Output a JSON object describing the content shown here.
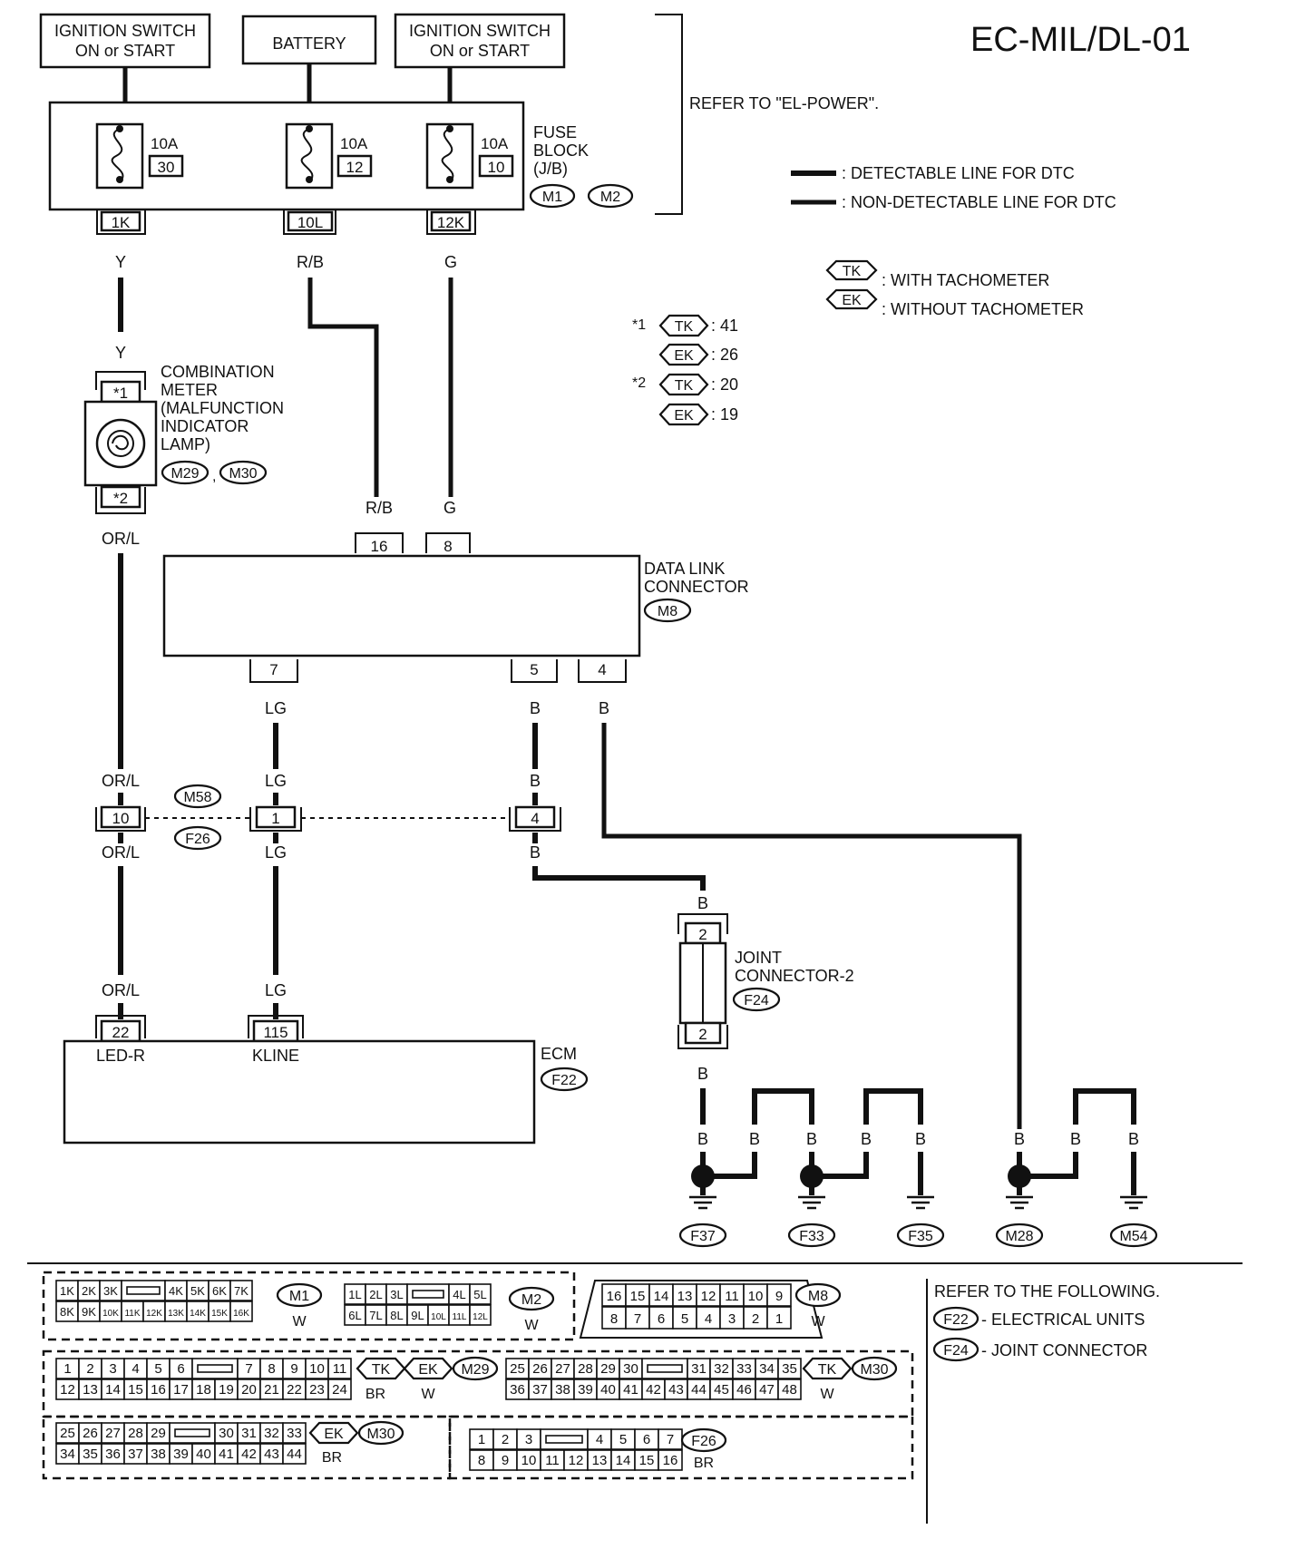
{
  "title": "EC-MIL/DL-01",
  "power_sources": [
    {
      "line1": "IGNITION SWITCH",
      "line2": "ON or START"
    },
    {
      "line1": "BATTERY",
      "line2": ""
    },
    {
      "line1": "IGNITION SWITCH",
      "line2": "ON or START"
    }
  ],
  "refer_power": "REFER TO \"EL-POWER\".",
  "fuses": [
    {
      "amp": "10A",
      "num": "30",
      "pin": "1K",
      "wire": "Y"
    },
    {
      "amp": "10A",
      "num": "12",
      "pin": "10L",
      "wire": "R/B"
    },
    {
      "amp": "10A",
      "num": "10",
      "pin": "12K",
      "wire": "G"
    }
  ],
  "fuse_block": {
    "lines": [
      "FUSE",
      "BLOCK",
      "(J/B)"
    ],
    "connectors": [
      "M1",
      "M2"
    ]
  },
  "legend": {
    "detectable": ": DETECTABLE LINE FOR DTC",
    "non_detectable": ": NON-DETECTABLE LINE FOR DTC",
    "tk_code": "TK",
    "tk_text": ": WITH TACHOMETER",
    "ek_code": "EK",
    "ek_text": ": WITHOUT TACHOMETER"
  },
  "notes": [
    {
      "mark": "*1",
      "code": "TK",
      "value": ": 41"
    },
    {
      "mark": "",
      "code": "EK",
      "value": ": 26"
    },
    {
      "mark": "*2",
      "code": "TK",
      "value": ": 20"
    },
    {
      "mark": "",
      "code": "EK",
      "value": ": 19"
    }
  ],
  "combination_meter": {
    "lines": [
      "COMBINATION",
      "METER",
      "(MALFUNCTION",
      "INDICATOR",
      "LAMP)"
    ],
    "connectors": [
      "M29",
      "M30"
    ],
    "sep": ",",
    "pin_top": "*1",
    "pin_bottom": "*2",
    "wire_top": "Y",
    "wire_bottom": "OR/L"
  },
  "data_link": {
    "lines": [
      "DATA LINK",
      "CONNECTOR"
    ],
    "connector": "M8",
    "pins_top": [
      {
        "pin": "16",
        "wire": "R/B"
      },
      {
        "pin": "8",
        "wire": "G"
      }
    ],
    "pins_bottom": [
      {
        "pin": "7",
        "wire": "LG"
      },
      {
        "pin": "5",
        "wire": "B"
      },
      {
        "pin": "4",
        "wire": "B"
      }
    ]
  },
  "joint": {
    "connectors": [
      "M58",
      "F26"
    ],
    "pins": [
      {
        "pin": "10",
        "wire_top": "OR/L",
        "wire_bottom": "OR/L"
      },
      {
        "pin": "1",
        "wire_top": "LG",
        "wire_bottom": "LG"
      },
      {
        "pin": "4",
        "wire_top": "B",
        "wire_bottom": "B"
      }
    ]
  },
  "joint_connector_2": {
    "lines": [
      "JOINT",
      "CONNECTOR-2"
    ],
    "connector": "F24",
    "pin": "2",
    "wire": "B"
  },
  "ecm": {
    "label": "ECM",
    "connector": "F22",
    "pins": [
      {
        "pin": "22",
        "name": "LED-R",
        "wire": "OR/L"
      },
      {
        "pin": "115",
        "name": "KLINE",
        "wire": "LG"
      }
    ]
  },
  "grounds": [
    "F37",
    "F33",
    "F35",
    "M28",
    "M54"
  ],
  "ground_wire": "B",
  "connector_views": {
    "m1": {
      "rows": [
        [
          "1K",
          "2K",
          "3K",
          "",
          "4K",
          "5K",
          "6K",
          "7K"
        ],
        [
          "8K",
          "9K",
          "10K",
          "11K",
          "12K",
          "13K",
          "14K",
          "15K",
          "16K"
        ]
      ],
      "id": "M1",
      "color": "W"
    },
    "m2": {
      "rows": [
        [
          "1L",
          "2L",
          "3L",
          "",
          "4L",
          "5L"
        ],
        [
          "6L",
          "7L",
          "8L",
          "9L",
          "10L",
          "11L",
          "12L"
        ]
      ],
      "id": "M2",
      "color": "W"
    },
    "m8": {
      "rows": [
        [
          "16",
          "15",
          "14",
          "13",
          "12",
          "11",
          "10",
          "9"
        ],
        [
          "8",
          "7",
          "6",
          "5",
          "4",
          "3",
          "2",
          "1"
        ]
      ],
      "id": "M8",
      "color": "W"
    },
    "m29": {
      "rows": [
        [
          "1",
          "2",
          "3",
          "4",
          "5",
          "6",
          "",
          "7",
          "8",
          "9",
          "10",
          "11"
        ],
        [
          "12",
          "13",
          "14",
          "15",
          "16",
          "17",
          "18",
          "19",
          "20",
          "21",
          "22",
          "23",
          "24"
        ]
      ],
      "codes": [
        "TK",
        "EK"
      ],
      "id": "M29",
      "color_tk": "BR",
      "color_ek": "W"
    },
    "m30_tk": {
      "rows": [
        [
          "25",
          "26",
          "27",
          "28",
          "29",
          "30",
          "",
          "31",
          "32",
          "33",
          "34",
          "35"
        ],
        [
          "36",
          "37",
          "38",
          "39",
          "40",
          "41",
          "42",
          "43",
          "44",
          "45",
          "46",
          "47",
          "48"
        ]
      ],
      "code": "TK",
      "id": "M30",
      "color": "W"
    },
    "m30_ek": {
      "rows": [
        [
          "25",
          "26",
          "27",
          "28",
          "29",
          "",
          "30",
          "31",
          "32",
          "33"
        ],
        [
          "34",
          "35",
          "36",
          "37",
          "38",
          "39",
          "40",
          "41",
          "42",
          "43",
          "44"
        ]
      ],
      "code": "EK",
      "id": "M30",
      "color": "BR"
    },
    "f26": {
      "rows": [
        [
          "1",
          "2",
          "3",
          "",
          "4",
          "5",
          "6",
          "7"
        ],
        [
          "8",
          "9",
          "10",
          "11",
          "12",
          "13",
          "14",
          "15",
          "16"
        ]
      ],
      "id": "F26",
      "color": "BR"
    }
  },
  "refer_following": {
    "title": "REFER TO THE FOLLOWING.",
    "items": [
      {
        "code": "F22",
        "text": "- ELECTRICAL UNITS"
      },
      {
        "code": "F24",
        "text": "- JOINT CONNECTOR"
      }
    ]
  }
}
